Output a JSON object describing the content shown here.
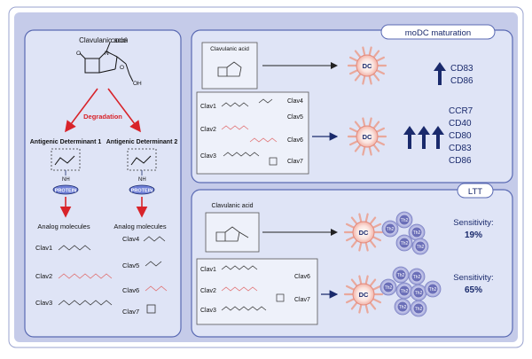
{
  "left_panel": {
    "title": "Clavulanic acid",
    "cooh": "COOH",
    "oh": "OH",
    "n": "N",
    "o": "O",
    "degradation": "Degradation",
    "det1": {
      "title": "Antigenic Determinant 1",
      "nh": "NH",
      "protein": "PROTEIN"
    },
    "det2": {
      "title": "Antigenic Determinant 2",
      "nh": "NH",
      "protein": "PROTEIN"
    },
    "analog1": "Analog molecules",
    "analog2": "Analog molecules",
    "molecules_left": [
      "Clav1",
      "Clav2",
      "Clav3"
    ],
    "molecules_right": [
      "Clav4",
      "Clav5",
      "Clav6",
      "Clav7"
    ]
  },
  "modc": {
    "title": "moDC maturation",
    "clav_label": "Clavulanic acid",
    "box2_labels": [
      "Clav1",
      "Clav2",
      "Clav3",
      "Clav4",
      "Clav5",
      "Clav6",
      "Clav7"
    ],
    "dc": "DC",
    "markers1": [
      "CD83",
      "CD86"
    ],
    "markers2": [
      "CCR7",
      "CD40",
      "CD80",
      "CD83",
      "CD86"
    ]
  },
  "ltt": {
    "title": "LTT",
    "clav_label": "Clavulanic acid",
    "box2_labels": [
      "Clav1",
      "Clav2",
      "Clav3",
      "Clav6",
      "Clav7"
    ],
    "dc": "DC",
    "th": "Th2",
    "sens1_label": "Sensitivity:",
    "sens1_value": "19%",
    "sens2_label": "Sensitivity:",
    "sens2_value": "65%"
  },
  "colors": {
    "frame": "#c5cbe9",
    "panel": "#dfe4f6",
    "border": "#5a6ab3",
    "navy": "#1a2a6c",
    "red": "#d8232a",
    "pink": "#e06a6a",
    "protein": "#6f7fd6"
  }
}
